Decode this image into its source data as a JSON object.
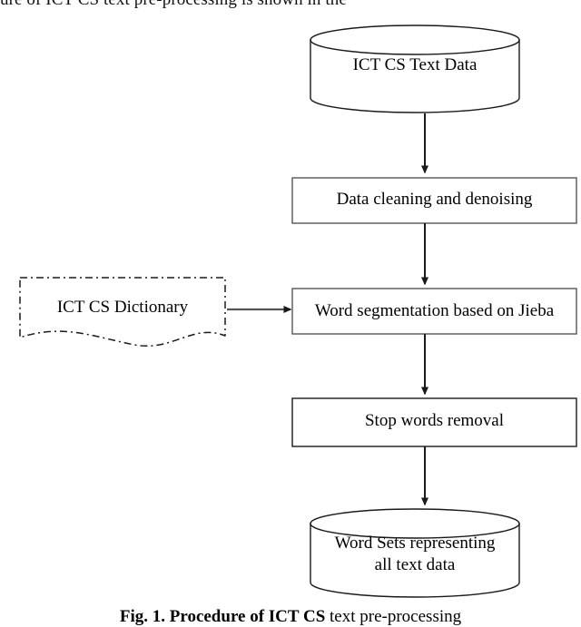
{
  "page": {
    "background_color": "#ffffff",
    "stroke_color": "#1a1a1a",
    "text_color": "#000000",
    "top_body_text": "ure of ICT CS text pre-processing is shown in the",
    "caption_bold": "Fig. 1. Procedure of ICT CS",
    "caption_rest": " text pre-processing"
  },
  "diagram": {
    "type": "flowchart",
    "orientation": "top-to-bottom",
    "nodes": [
      {
        "id": "source",
        "shape": "cylinder",
        "label": "ICT CS Text Data",
        "border_style": "solid"
      },
      {
        "id": "clean",
        "shape": "rectangle",
        "label": "Data cleaning and denoising",
        "border_style": "solid"
      },
      {
        "id": "dictionary",
        "shape": "document-wavy",
        "label": "ICT CS Dictionary",
        "border_style": "dash-dot"
      },
      {
        "id": "segment",
        "shape": "rectangle",
        "label": "Word segmentation based on Jieba",
        "border_style": "solid"
      },
      {
        "id": "stopwords",
        "shape": "rectangle",
        "label": "Stop words removal",
        "border_style": "solid"
      },
      {
        "id": "wordsets",
        "shape": "cylinder",
        "label_line1": "Word Sets representing",
        "label_line2": "all text data",
        "border_style": "solid"
      }
    ],
    "edges": [
      {
        "from": "source",
        "to": "clean",
        "direction": "down",
        "arrowhead": true
      },
      {
        "from": "clean",
        "to": "segment",
        "direction": "down",
        "arrowhead": true
      },
      {
        "from": "dictionary",
        "to": "segment",
        "direction": "right",
        "arrowhead": true
      },
      {
        "from": "segment",
        "to": "stopwords",
        "direction": "down",
        "arrowhead": true
      },
      {
        "from": "stopwords",
        "to": "wordsets",
        "direction": "down",
        "arrowhead": true
      }
    ]
  }
}
